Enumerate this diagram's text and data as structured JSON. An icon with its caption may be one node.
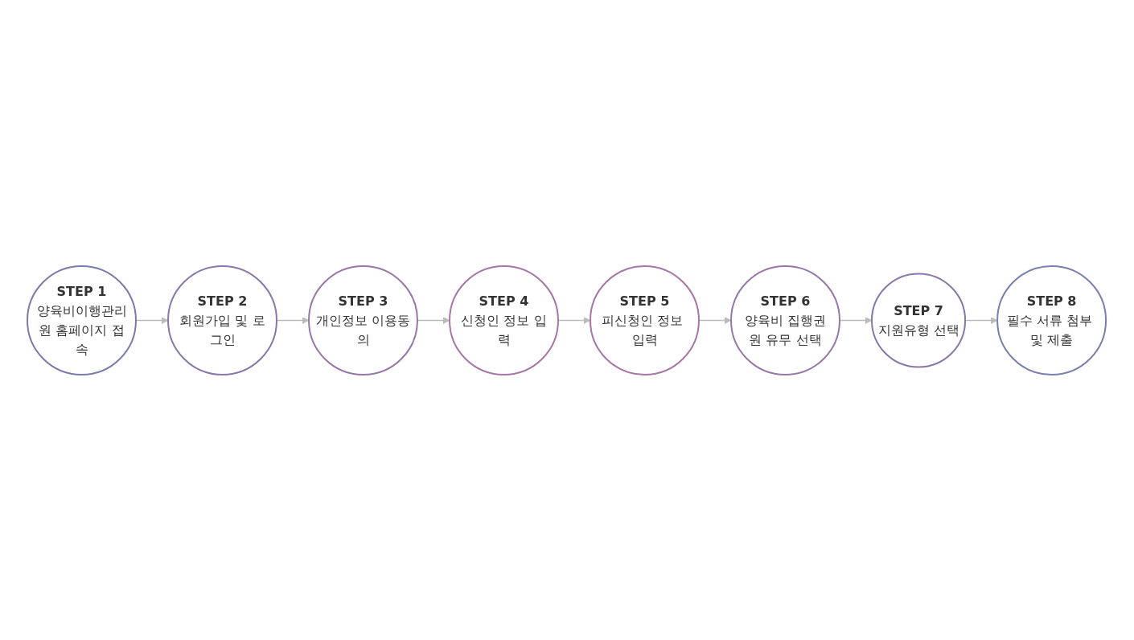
{
  "diagram": {
    "nodes": [
      {
        "text": [
          "STEP 1",
          "양육비이행관리원 홈페이지 접속"
        ]
      },
      {
        "text": [
          "STEP 2",
          "회원가입 및 로그인"
        ]
      },
      {
        "text": [
          "STEP 3",
          "개인정보 이용동의"
        ]
      },
      {
        "text": [
          "STEP 4",
          "신청인 정보 입력"
        ]
      },
      {
        "text": [
          "STEP 5",
          "피신청인 정보 입력"
        ]
      },
      {
        "text": [
          "STEP 6",
          "양육비 집행권원 유무 선택"
        ]
      },
      {
        "text": [
          "STEP 7",
          "지원유형 선택"
        ]
      },
      {
        "text": [
          "STEP 8",
          "필수 서류 첨부 및 제출"
        ]
      }
    ],
    "edges": [
      {
        "from": 0,
        "to": 1,
        "arrow": "to"
      },
      {
        "from": 1,
        "to": 2,
        "arrow": "to"
      },
      {
        "from": 2,
        "to": 3,
        "arrow": "to"
      },
      {
        "from": 3,
        "to": 4,
        "arrow": "to"
      },
      {
        "from": 4,
        "to": 5,
        "arrow": "to"
      },
      {
        "from": 5,
        "to": 6,
        "arrow": "to"
      },
      {
        "from": 6,
        "to": 7,
        "arrow": "to"
      }
    ]
  }
}
